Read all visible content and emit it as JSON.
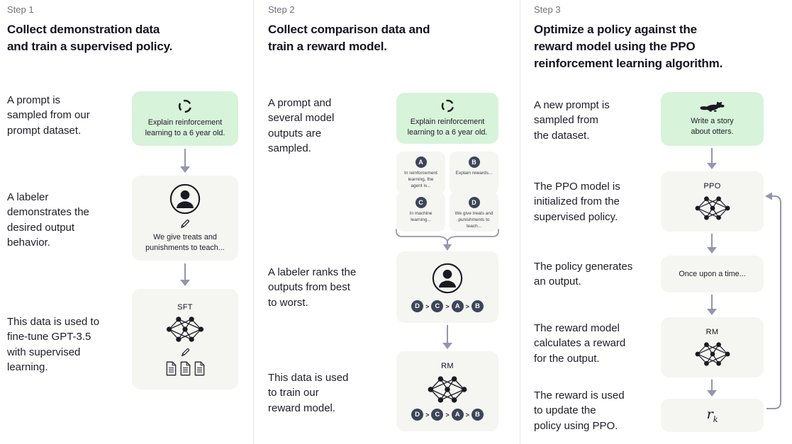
{
  "colors": {
    "prompt_box_bg": "#d7f3da",
    "model_box_bg": "#f5f5f2",
    "badge_bg": "#3e4459",
    "arrow": "#9595b1",
    "step_label": "#6f6f7e",
    "divider": "#e7e7e7",
    "text_dark": "#141421"
  },
  "icons": {
    "sample": "dashed-circle-sample-icon",
    "labeler": "person-in-circle-icon",
    "pencil": "pencil-icon",
    "network": "neural-network-icon",
    "documents": "document-pages-icon",
    "otter": "otter-icon",
    "arrow": "down-arrow-icon",
    "brace": "merge-brace-icon",
    "loop": "feedback-loop-arrow"
  },
  "steps": [
    {
      "step_label": "Step 1",
      "title": "Collect demonstration data\nand train a supervised policy.",
      "labels": {
        "prompt": "A prompt is\nsampled from our\nprompt dataset.",
        "labeler": "A labeler\ndemonstrates the\ndesired output\nbehavior.",
        "finetune": "This data is used to\nfine-tune GPT-3.5\nwith supervised\nlearning."
      },
      "prompt_box": {
        "text": "Explain reinforcement\nlearning to a 6 year old."
      },
      "labeler_box": {
        "text": "We give treats and\npunishments to teach..."
      },
      "model_box": {
        "title": "SFT"
      }
    },
    {
      "step_label": "Step 2",
      "title": "Collect comparison data and\ntrain a reward model.",
      "labels": {
        "prompt": "A prompt and\nseveral model\noutputs are\nsampled.",
        "ranker": "A labeler ranks the\noutputs from best\nto worst.",
        "train": "This data is used\nto train our\nreward model."
      },
      "prompt_box": {
        "text": "Explain reinforcement\nlearning to a 6 year old."
      },
      "outputs": [
        {
          "id": "A",
          "text": "In reinforcement\nlearning, the\nagent is..."
        },
        {
          "id": "B",
          "text": "Explain rewards..."
        },
        {
          "id": "C",
          "text": "In machine\nlearning..."
        },
        {
          "id": "D",
          "text": "We give treats and\npunishments to\nteach..."
        }
      ],
      "ranking": {
        "order": [
          "D",
          "C",
          "A",
          "B"
        ],
        "separator": ">"
      },
      "model_box": {
        "title": "RM"
      }
    },
    {
      "step_label": "Step 3",
      "title": "Optimize a policy against the\nreward model using the PPO\nreinforcement learning algorithm.",
      "labels": {
        "prompt": "A new prompt is\nsampled from\nthe dataset.",
        "init": "The PPO model is\ninitialized from the\nsupervised policy.",
        "generate": "The policy generates\nan output.",
        "reward": "The reward model\ncalculates a reward\nfor the output.",
        "update": "The reward is used\nto update the\npolicy using PPO."
      },
      "prompt_box": {
        "text": "Write a story\nabout otters."
      },
      "ppo_box": {
        "title": "PPO"
      },
      "output_box": {
        "text": "Once upon a time..."
      },
      "rm_box": {
        "title": "RM"
      },
      "reward_box": {
        "symbol": "r",
        "subscript": "k"
      }
    }
  ]
}
